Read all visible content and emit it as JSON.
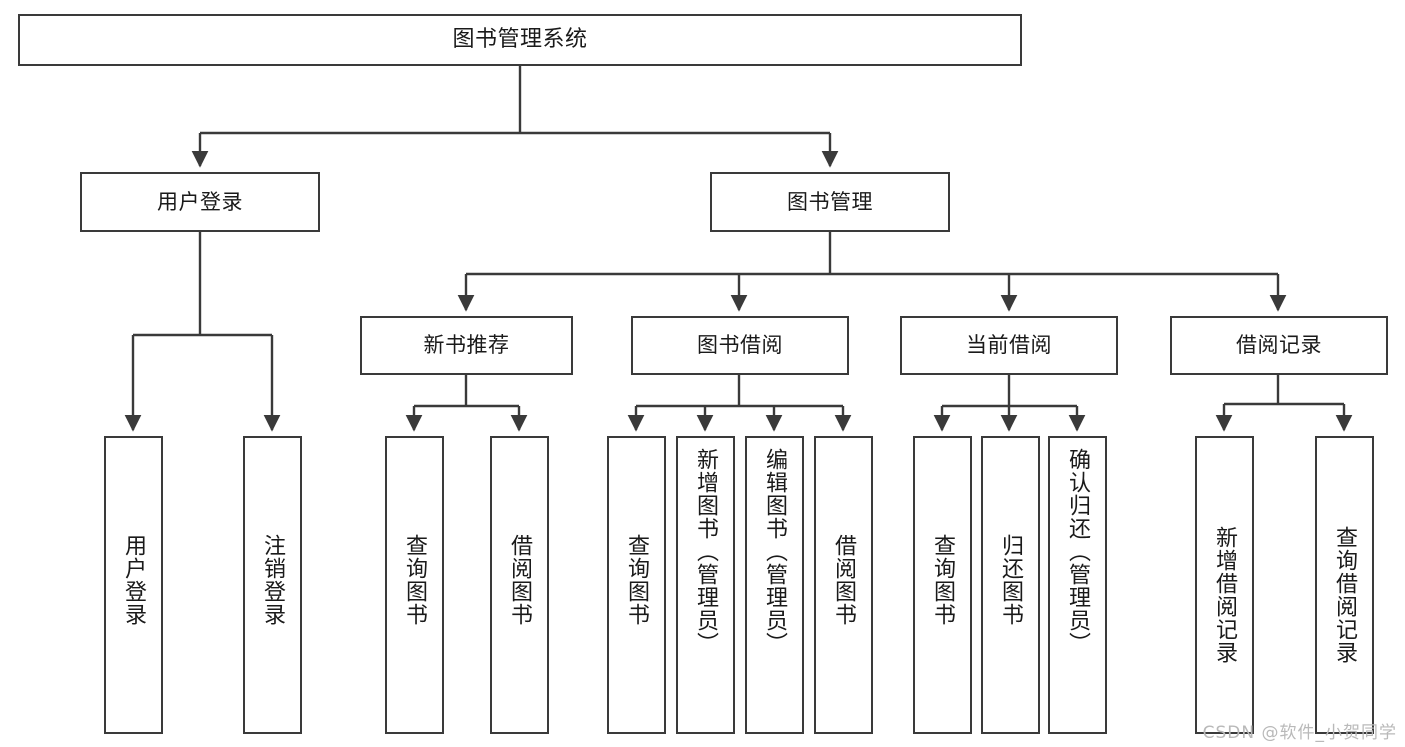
{
  "diagram": {
    "title": "图书管理系统",
    "type": "tree-hierarchy-chart",
    "watermark": "CSDN @软件_小贺同学",
    "line_color": "#3a3a3a",
    "box_fill": "#ffffff",
    "text_color": "#1a1a1a",
    "root": {
      "id": "root",
      "label": "图书管理系统"
    },
    "level2": [
      {
        "id": "user-login",
        "label": "用户登录"
      },
      {
        "id": "book-manage",
        "label": "图书管理"
      }
    ],
    "level3": [
      {
        "id": "new-book-rec",
        "label": "新书推荐"
      },
      {
        "id": "book-borrow",
        "label": "图书借阅"
      },
      {
        "id": "current-borrow",
        "label": "当前借阅"
      },
      {
        "id": "borrow-record",
        "label": "借阅记录"
      }
    ],
    "leaves": {
      "user_login": [
        {
          "id": "leaf-user-login",
          "label": "用户登录"
        },
        {
          "id": "leaf-logout",
          "label": "注销登录"
        }
      ],
      "new_book_rec": [
        {
          "id": "leaf-query-book-1",
          "label": "查询图书"
        },
        {
          "id": "leaf-borrow-book-1",
          "label": "借阅图书"
        }
      ],
      "book_borrow": [
        {
          "id": "leaf-query-book-2",
          "label": "查询图书"
        },
        {
          "id": "leaf-add-book",
          "label": "新增图书（管理员）"
        },
        {
          "id": "leaf-edit-book",
          "label": "编辑图书（管理员）"
        },
        {
          "id": "leaf-borrow-book-2",
          "label": "借阅图书"
        }
      ],
      "current_borrow": [
        {
          "id": "leaf-query-book-3",
          "label": "查询图书"
        },
        {
          "id": "leaf-return-book",
          "label": "归还图书"
        },
        {
          "id": "leaf-confirm-return",
          "label": "确认归还（管理员）"
        }
      ],
      "borrow_record": [
        {
          "id": "leaf-add-record",
          "label": "新增借阅记录"
        },
        {
          "id": "leaf-query-record",
          "label": "查询借阅记录"
        }
      ]
    }
  }
}
